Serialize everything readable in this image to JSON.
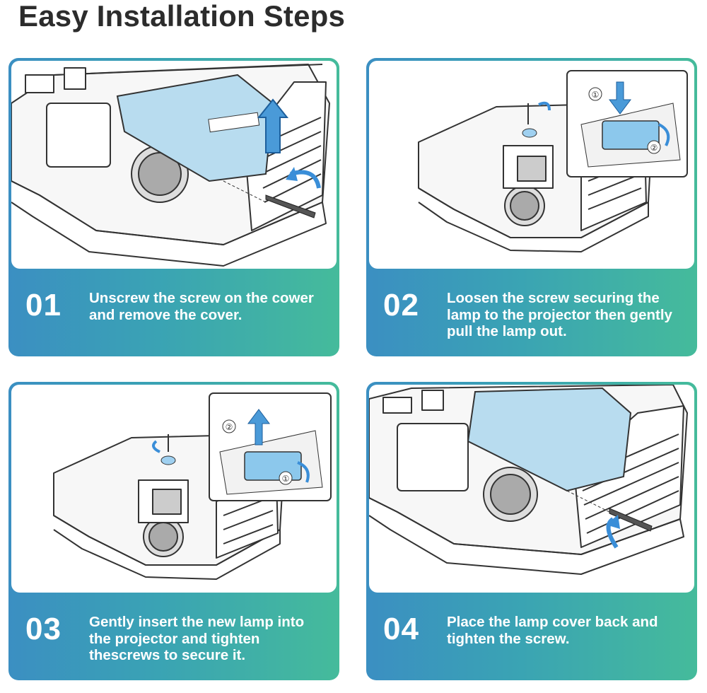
{
  "title": "Easy Installation Steps",
  "accent_gradient": [
    "#3b8fc2",
    "#45bb9b"
  ],
  "steps": [
    {
      "number": "01",
      "text": "Unscrew the screw on the cower and remove the cover."
    },
    {
      "number": "02",
      "text": "Loosen the screw securing the lamp to the projector then gently pull the lamp out."
    },
    {
      "number": "03",
      "text": "Gently insert the new lamp into the projector and tighten thescrews to secure it."
    },
    {
      "number": "04",
      "text": "Place the lamp cover back and tighten the screw."
    }
  ],
  "callout_markers": {
    "one": "①",
    "two": "②"
  }
}
